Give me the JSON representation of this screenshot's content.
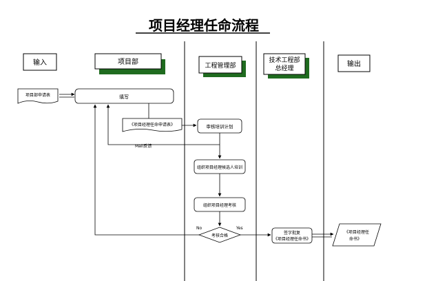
{
  "title": "项目经理任命流程",
  "lanes": {
    "input": "输入",
    "project_dept": "项目部",
    "eng_mgmt": "工程管理部",
    "tech_eng_line1": "技术工程部",
    "tech_eng_line2": "总经理",
    "output": "输出"
  },
  "nodes": {
    "input_doc": "项目部申请表",
    "apply": "填写",
    "application_form": "《项目经理任命申请表》",
    "review_plan": "审核培训计划",
    "org_training": "组织项目经理候选人培训",
    "org_assessment": "组织项目经理考核",
    "decision": "考核合格",
    "issue_line1": "签字批复",
    "issue_line2": "《项目经理任命书》",
    "output_line1": "《项目经理任",
    "output_line2": "命书》"
  },
  "edges": {
    "email_feedback": "Mail反馈",
    "no": "No",
    "yes": "Yes"
  },
  "colors": {
    "line": "#000000",
    "shadow": "#1f6b1f",
    "fill": "#ffffff",
    "title": "#000000"
  }
}
